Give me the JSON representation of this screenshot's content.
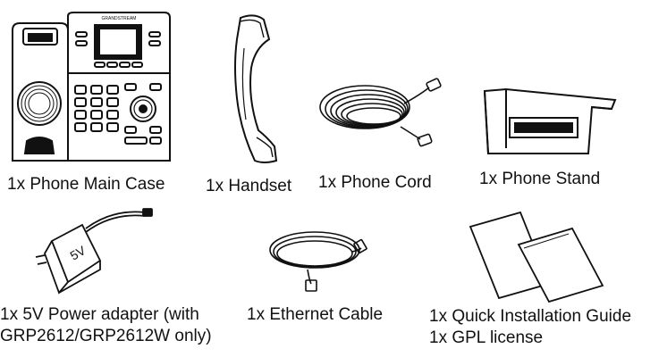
{
  "items": [
    {
      "caption": "1x Phone Main Case",
      "illustration": "phone-main-case"
    },
    {
      "caption": "1x Handset",
      "illustration": "handset"
    },
    {
      "caption": "1x Phone Cord",
      "illustration": "phone-cord"
    },
    {
      "caption": "1x Phone Stand",
      "illustration": "phone-stand"
    },
    {
      "caption_lines": [
        "1x 5V Power adapter (with",
        "GRP2612/GRP2612W only)"
      ],
      "illustration": "power-adapter",
      "adapter_label": "5V"
    },
    {
      "caption": "1x Ethernet Cable",
      "illustration": "ethernet-cable"
    },
    {
      "caption_lines": [
        "1x Quick Installation Guide",
        "1x GPL license"
      ],
      "illustration": "printed-documents"
    }
  ],
  "phone_brand": "GRANDSTREAM"
}
